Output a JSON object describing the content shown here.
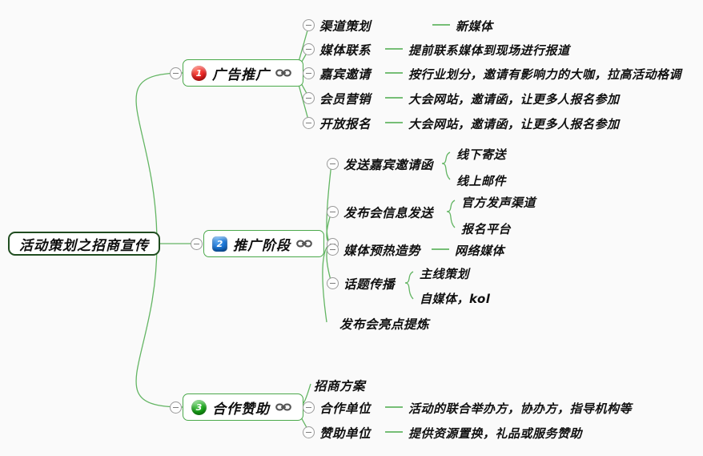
{
  "canvas": {
    "background": "#fafafa",
    "accent_green": "#4ba94b",
    "root_border": "#204d20"
  },
  "root": {
    "label": "活动策划之招商宣传"
  },
  "icons": {
    "link": "link-icon",
    "collapse": "collapse-minus-icon"
  },
  "branches": [
    {
      "badge": "1",
      "badge_color": "#e81f1f",
      "label": "广告推广",
      "has_link_icon": true,
      "children": [
        {
          "label": "渠道策划",
          "desc": "新媒体"
        },
        {
          "label": "媒体联系",
          "desc": "提前联系媒体到现场进行报道"
        },
        {
          "label": "嘉宾邀请",
          "desc": "按行业划分，邀请有影响力的大咖，拉高活动格调"
        },
        {
          "label": "会员营销",
          "desc": "大会网站，邀请函，让更多人报名参加"
        },
        {
          "label": "开放报名",
          "desc": "大会网站，邀请函，让更多人报名参加"
        }
      ]
    },
    {
      "badge": "2",
      "badge_color": "#1672d4",
      "label": "推广阶段",
      "has_link_icon": true,
      "children": [
        {
          "label": "发送嘉宾邀请函",
          "items": [
            "线下寄送",
            "线上邮件"
          ]
        },
        {
          "label": "发布会信息发送",
          "items": [
            "官方发声渠道",
            "报名平台"
          ]
        },
        {
          "label": "媒体预热造势",
          "desc": "网络媒体"
        },
        {
          "label": "话题传播",
          "items": [
            "主线策划",
            "自媒体，kol"
          ]
        },
        {
          "label": "发布会亮点提炼"
        }
      ]
    },
    {
      "badge": "3",
      "badge_color": "#16a516",
      "label": "合作赞助",
      "has_link_icon": true,
      "children": [
        {
          "label": "招商方案"
        },
        {
          "label": "合作单位",
          "desc": "活动的联合举办方，协办方，指导机构等"
        },
        {
          "label": "赞助单位",
          "desc": "提供资源置换，礼品或服务赞助"
        }
      ]
    }
  ]
}
